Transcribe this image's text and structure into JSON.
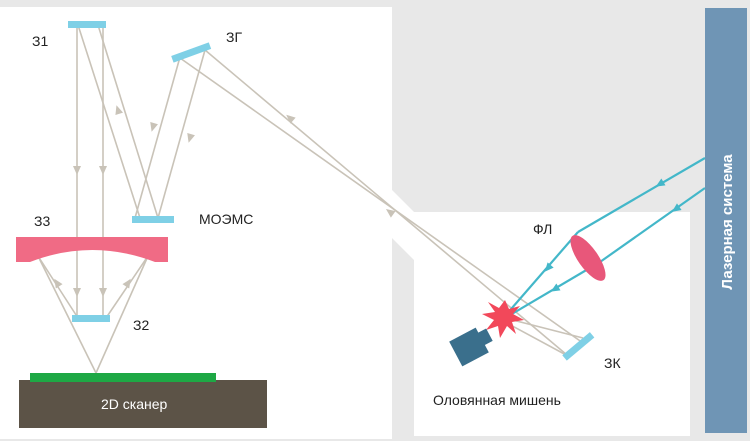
{
  "labels": {
    "mirror_1": "З1",
    "mirror_2": "З2",
    "mirror_3": "З3",
    "mirror_g": "ЗГ",
    "moems": "МОЭМС",
    "focus_lens": "ФЛ",
    "collector_mirror": "ЗК",
    "target": "Оловянная мишень",
    "scanner": "2D сканер",
    "laser": "Лазерная система"
  },
  "colors": {
    "background": "#e8e8e8",
    "panel": "#ffffff",
    "mirror": "#7fd0e6",
    "mirror_3": "#f06b85",
    "lens": "#e8577a",
    "laser_beam": "#43b7c9",
    "euv_beam": "#c9c3b8",
    "plasma": "#f2485a",
    "target": "#3a6f8c",
    "scanner_base": "#5c5347",
    "scanner_plate": "#1ea845",
    "laser_bar": "#6f95b5"
  }
}
